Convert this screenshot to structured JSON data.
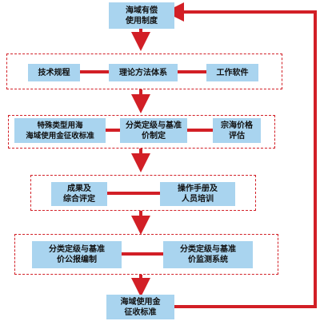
{
  "diagram": {
    "colors": {
      "node_fill": "#a9d4ef",
      "arrow": "#d21f26",
      "group_border": "#d21f26",
      "text": "#111111"
    },
    "nodes": {
      "top": "海域有偿\n使用制度",
      "level1": [
        "技术规程",
        "理论方法体系",
        "工作软件"
      ],
      "level2": [
        "特殊类型用海\n海域使用金征收标准",
        "分类定级与基准\n价制定",
        "宗海价格\n评估"
      ],
      "level3": [
        "成果及\n综合评定",
        "操作手册及\n人员培训"
      ],
      "level4": [
        "分类定级与基准\n价公报编制",
        "分类定级与基准\n价监测系统"
      ],
      "bottom": "海域使用金\n征收标准"
    }
  }
}
